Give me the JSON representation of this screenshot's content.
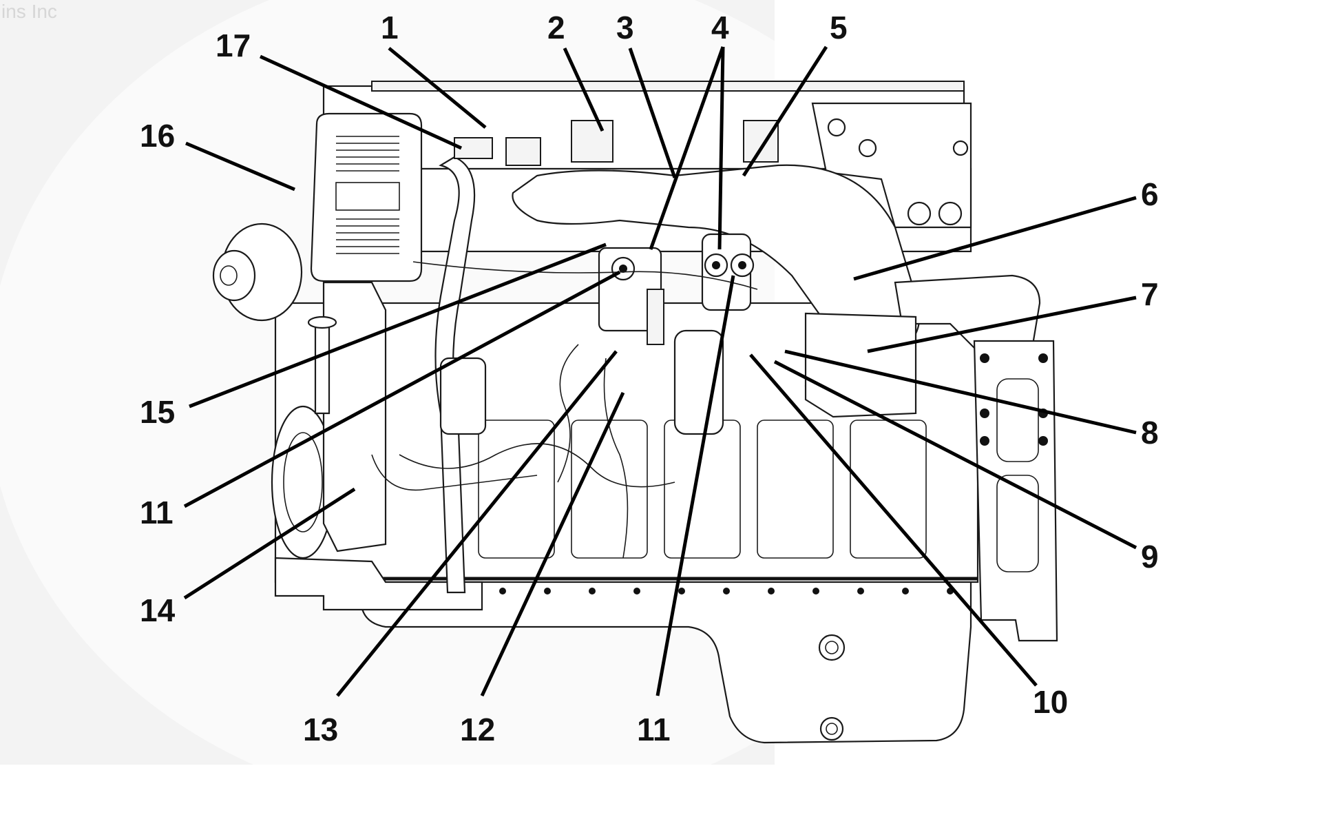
{
  "figure": {
    "type": "engine component location diagram",
    "watermark": "ins Inc",
    "background_color": "#ffffff",
    "line_color": "#111111",
    "watermark_color": "#e9e9e9"
  },
  "callouts": [
    {
      "id": "c1",
      "label": "1"
    },
    {
      "id": "c2",
      "label": "2"
    },
    {
      "id": "c3",
      "label": "3"
    },
    {
      "id": "c4",
      "label": "4"
    },
    {
      "id": "c5",
      "label": "5"
    },
    {
      "id": "c6",
      "label": "6"
    },
    {
      "id": "c7",
      "label": "7"
    },
    {
      "id": "c8",
      "label": "8"
    },
    {
      "id": "c9",
      "label": "9"
    },
    {
      "id": "c10",
      "label": "10"
    },
    {
      "id": "c11a",
      "label": "11"
    },
    {
      "id": "c11b",
      "label": "11"
    },
    {
      "id": "c12",
      "label": "12"
    },
    {
      "id": "c13",
      "label": "13"
    },
    {
      "id": "c14",
      "label": "14"
    },
    {
      "id": "c15",
      "label": "15"
    },
    {
      "id": "c16",
      "label": "16"
    },
    {
      "id": "c17",
      "label": "17"
    }
  ]
}
